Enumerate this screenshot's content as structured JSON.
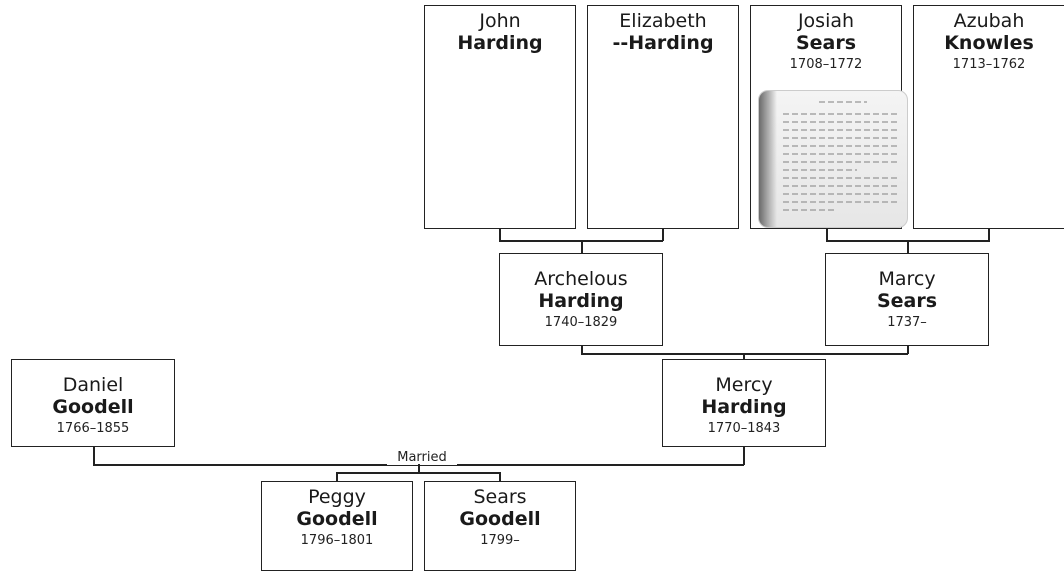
{
  "people": {
    "john_harding": {
      "given": "John",
      "surname": "Harding",
      "dates": ""
    },
    "elizabeth_harding": {
      "given": "Elizabeth",
      "surname": "--Harding",
      "dates": ""
    },
    "josiah_sears": {
      "given": "Josiah",
      "surname": "Sears",
      "dates": "1708–1772"
    },
    "azubah_knowles": {
      "given": "Azubah",
      "surname": "Knowles",
      "dates": "1713–1762"
    },
    "archelous_harding": {
      "given": "Archelous",
      "surname": "Harding",
      "dates": "1740–1829"
    },
    "marcy_sears": {
      "given": "Marcy",
      "surname": "Sears",
      "dates": "1737–"
    },
    "mercy_harding": {
      "given": "Mercy",
      "surname": "Harding",
      "dates": "1770–1843"
    },
    "daniel_goodell": {
      "given": "Daniel",
      "surname": "Goodell",
      "dates": "1766–1855"
    },
    "peggy_goodell": {
      "given": "Peggy",
      "surname": "Goodell",
      "dates": "1796–1801"
    },
    "sears_goodell": {
      "given": "Sears",
      "surname": "Goodell",
      "dates": "1799–"
    }
  },
  "married_label": "Married"
}
